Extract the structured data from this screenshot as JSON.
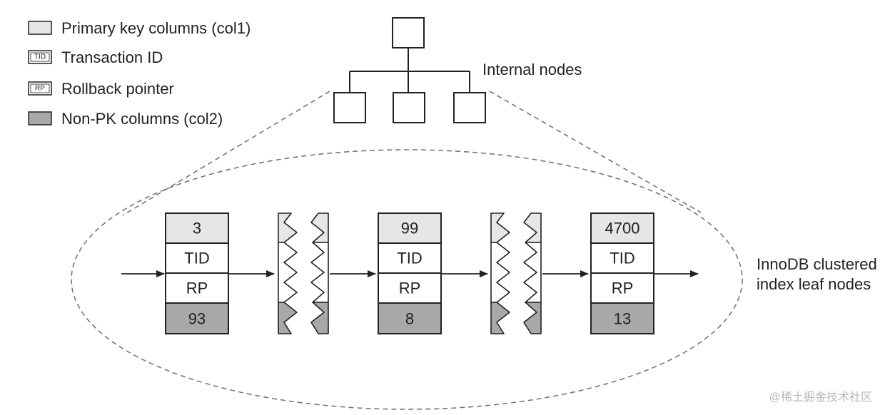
{
  "colors": {
    "pk_fill": "#e6e6e6",
    "nonpk_fill": "#a8a8a8",
    "white": "#ffffff",
    "stroke": "#222222",
    "dash": "#777777"
  },
  "legend": {
    "items": [
      {
        "key": "pk",
        "swatch_text": "",
        "label": "Primary key columns (col1)"
      },
      {
        "key": "tid",
        "swatch_text": "TID",
        "label": "Transaction ID"
      },
      {
        "key": "rp",
        "swatch_text": "RP",
        "label": "Rollback pointer"
      },
      {
        "key": "nonpk",
        "swatch_text": "",
        "label": "Non-PK columns (col2)"
      }
    ]
  },
  "internal_nodes_label": "Internal nodes",
  "leaf_label_lines": [
    "InnoDB clustered",
    "index leaf nodes"
  ],
  "leaf_nodes": [
    {
      "pk": "3",
      "tid": "TID",
      "rp": "RP",
      "col2": "93"
    },
    {
      "pk": "99",
      "tid": "TID",
      "rp": "RP",
      "col2": "8"
    },
    {
      "pk": "4700",
      "tid": "TID",
      "rp": "RP",
      "col2": "13"
    }
  ],
  "watermark": "@稀土掘金技术社区"
}
